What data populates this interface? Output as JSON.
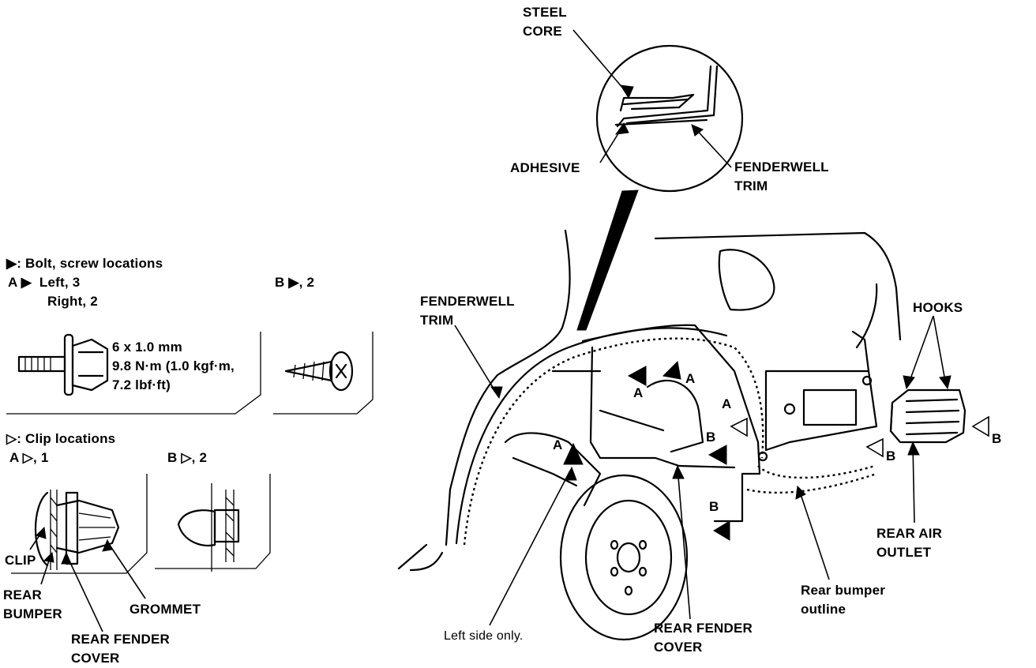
{
  "labels": {
    "steel_core": "STEEL\nCORE",
    "adhesive": "ADHESIVE",
    "fenderwell_trim_top": "FENDERWELL\nTRIM",
    "fenderwell_trim_left": "FENDERWELL\nTRIM",
    "hooks": "HOOKS",
    "rear_air_outlet": "REAR AIR\nOUTLET",
    "rear_bumper_outline": "Rear bumper\noutline",
    "rear_fender_cover_main": "REAR FENDER\nCOVER",
    "left_side_only": "Left side only.",
    "clip": "CLIP",
    "rear_bumper": "REAR\nBUMPER",
    "rear_fender_cover_detail": "REAR FENDER\nCOVER",
    "grommet": "GROMMET"
  },
  "legend": {
    "bolt_heading": "▶: Bolt, screw locations",
    "a_bolt": "A ▶  Left, 3",
    "a_bolt_right": "Right, 2",
    "b_bolt": "B ▶, 2",
    "bolt_spec": "6 x 1.0 mm\n9.8 N·m (1.0 kgf·m,\n7.2 lbf·ft)",
    "clip_heading": "▷: Clip locations",
    "a_clip": "A ▷, 1",
    "b_clip": "B ▷, 2"
  },
  "markers": {
    "a": "A",
    "b": "B"
  }
}
